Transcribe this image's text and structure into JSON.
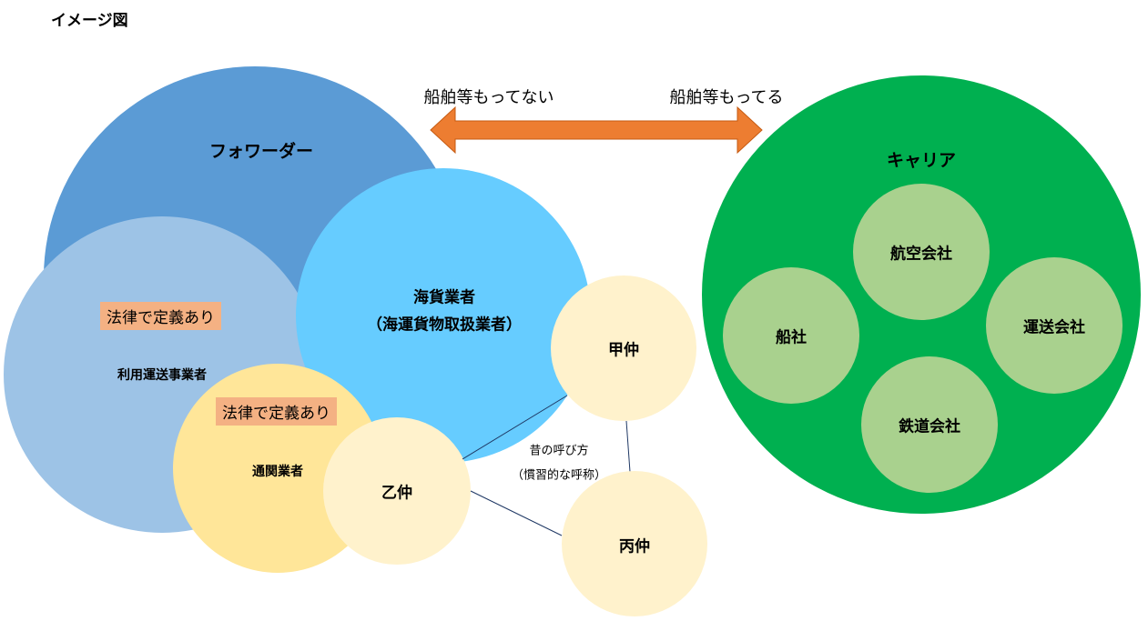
{
  "title": "イメージ図",
  "arrow": {
    "left_label": "船舶等もってない",
    "right_label": "船舶等もってる",
    "color": "#ed7d31"
  },
  "forwarder": {
    "label": "フォワーダー",
    "color": "#5b9bd5"
  },
  "riyou": {
    "label": "利用運送事業者",
    "law_tag": "法律で定義あり",
    "color": "#9dc3e6"
  },
  "kaika": {
    "label": "海貨業者",
    "sublabel": "（海運貨物取扱業者）",
    "color": "#66ccff"
  },
  "tsukan": {
    "label": "通関業者",
    "law_tag": "法律で定義あり",
    "color": "#ffe699"
  },
  "nakama": {
    "color": "#fff2cc",
    "ko": "甲仲",
    "otsu": "乙仲",
    "hei": "丙仲",
    "note_line1": "昔の呼び方",
    "note_line2": "（慣習的な呼称）"
  },
  "carrier": {
    "label": "キャリア",
    "color": "#00b050",
    "inner_color": "#a9d18e",
    "items": [
      "航空会社",
      "船社",
      "運送会社",
      "鉄道会社"
    ]
  },
  "law_tag_color": "#f4b183"
}
